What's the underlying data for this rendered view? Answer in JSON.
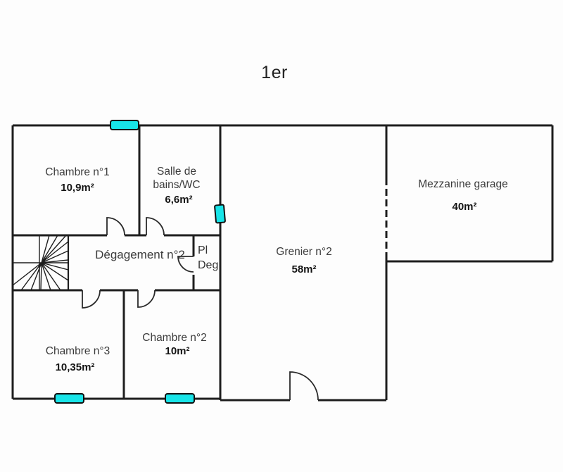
{
  "title": "1er",
  "rooms": {
    "chambre1": {
      "name": "Chambre n°1",
      "area": "10,9m²"
    },
    "bathroom": {
      "name": "Salle de bains/WC",
      "area": "6,6m²"
    },
    "mezzanine": {
      "name": "Mezzanine garage",
      "area": "40m²"
    },
    "degagement": {
      "name": "Dégagement n°2"
    },
    "closet": {
      "line1": "Pl",
      "line2": "Deg"
    },
    "grenier": {
      "name": "Grenier n°2",
      "area": "58m²"
    },
    "chambre3": {
      "name": "Chambre n°3",
      "area": "10,35m²"
    },
    "chambre2": {
      "name": "Chambre n°2",
      "area": "10m²"
    }
  },
  "colors": {
    "wall": "#1e1e1e",
    "window": "#18e4e8",
    "background": "#fdfdfd"
  }
}
